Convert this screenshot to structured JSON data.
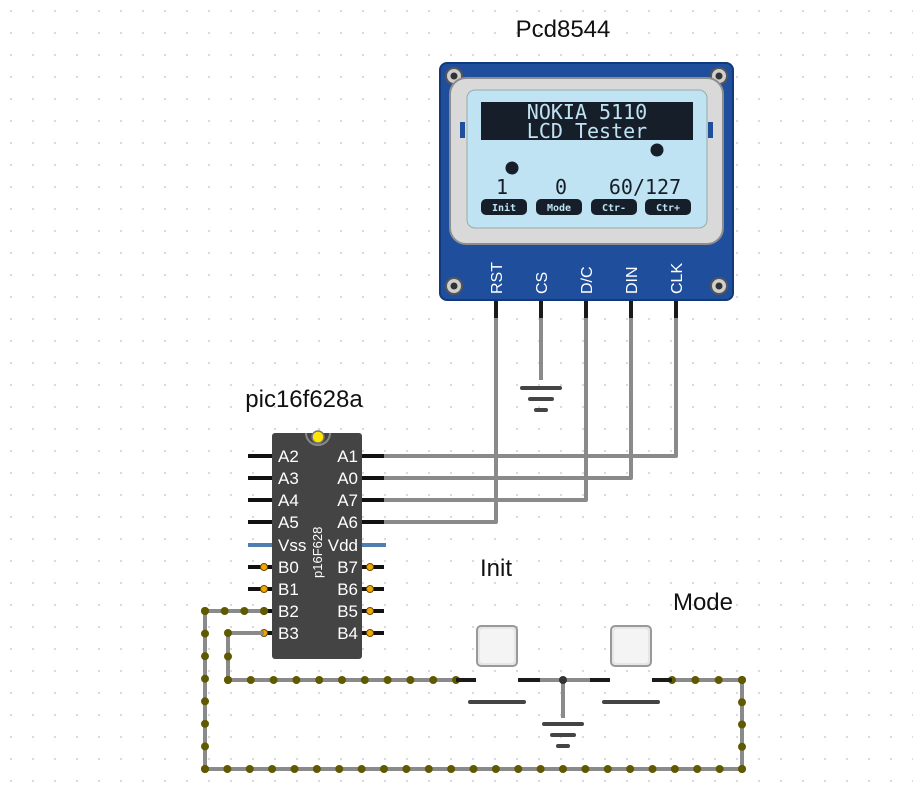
{
  "lcd_module": {
    "title": "Pcd8544",
    "screen_line1": "NOKIA 5110",
    "screen_line2": "LCD Tester",
    "values": [
      "1",
      "0",
      "60/127"
    ],
    "buttons": [
      "Init",
      "Mode",
      "Ctr-",
      "Ctr+"
    ],
    "pins": [
      "RST",
      "CS",
      "D/C",
      "DIN",
      "CLK"
    ]
  },
  "mcu": {
    "title": "pic16f628a",
    "chip_text": "p16F628",
    "left_pins": [
      "A2",
      "A3",
      "A4",
      "A5",
      "Vss",
      "B0",
      "B1",
      "B2",
      "B3"
    ],
    "right_pins": [
      "A1",
      "A0",
      "A7",
      "A6",
      "Vdd",
      "B7",
      "B6",
      "B5",
      "B4"
    ]
  },
  "push_buttons": [
    {
      "label": "Init"
    },
    {
      "label": "Mode"
    }
  ],
  "colors": {
    "board_blue": "#1f4f9c",
    "board_edge": "#123a7a",
    "lcd_background": "#bfe3f2",
    "chip_body": "#444444",
    "wire": "#8a8a8a",
    "bus_dot": "#5f5a00",
    "pin_dot": "#f0a800"
  }
}
